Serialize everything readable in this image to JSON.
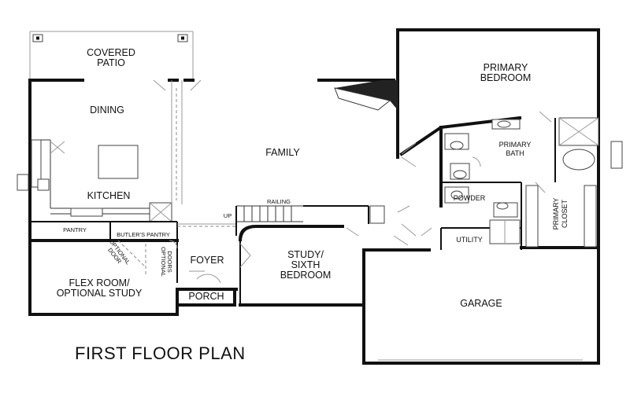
{
  "title": "FIRST FLOOR PLAN",
  "rooms": {
    "covered_patio": [
      "COVERED",
      "PATIO"
    ],
    "dining": "DINING",
    "family": "FAMILY",
    "kitchen": "KITCHEN",
    "primary_bedroom": [
      "PRIMARY",
      "BEDROOM"
    ],
    "primary_bath": [
      "PRIMARY",
      "BATH"
    ],
    "powder": "POWDER",
    "primary_closet": [
      "PRIMARY",
      "CLOSET"
    ],
    "utility": "UTILITY",
    "pantry": "PANTRY",
    "butlers_pantry": "BUTLER'S PANTRY",
    "foyer": "FOYER",
    "study": [
      "STUDY/",
      "SIXTH",
      "BEDROOM"
    ],
    "flex_room": [
      "FLEX ROOM/",
      "OPTIONAL STUDY"
    ],
    "porch": "PORCH",
    "garage": "GARAGE"
  },
  "notes": {
    "railing": "RAILING",
    "up": "UP",
    "optional_door": [
      "OPTIONAL",
      "DOOR"
    ],
    "optional_doors": [
      "OPTIONAL",
      "DOORS"
    ]
  }
}
